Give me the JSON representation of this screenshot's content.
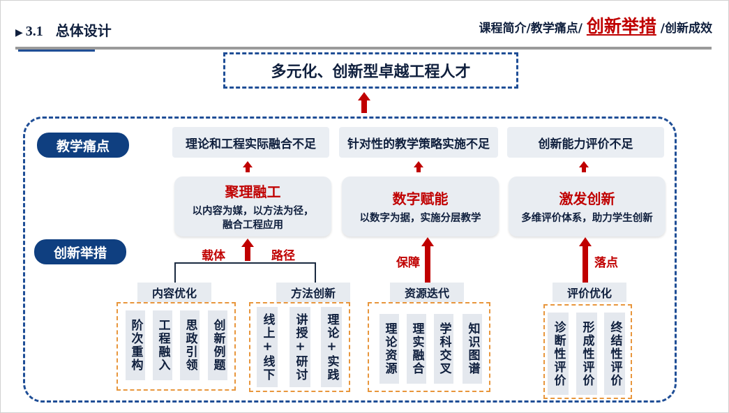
{
  "header": {
    "section_number": "3.1",
    "section_title": "总体设计",
    "nav": {
      "item1": "课程简介",
      "sep1": "/",
      "item2": "教学痛点",
      "sep2": "/",
      "current": "创新举措",
      "sep3": "/",
      "item4": "创新成效"
    }
  },
  "goal": "多元化、创新型卓越工程人才",
  "labels": {
    "pain_points": "教学痛点",
    "measures": "创新举措"
  },
  "pain_points": [
    "理论和工程实际融合不足",
    "针对性的教学策略实施不足",
    "创新能力评价不足"
  ],
  "measures": [
    {
      "title": "聚理融工",
      "line1": "以内容为媒，以方法为径，",
      "line2": "融合工程应用"
    },
    {
      "title": "数字赋能",
      "line1": "以数字为据，实施分层教学",
      "line2": ""
    },
    {
      "title": "激发创新",
      "line1": "多维评价体系，助力学生创新",
      "line2": ""
    }
  ],
  "arrow_labels": {
    "carrier": "载体",
    "path": "路径",
    "guarantee": "保障",
    "landing": "落点"
  },
  "groups": [
    {
      "label": "内容优化",
      "tiles": [
        "阶次重构",
        "工程融入",
        "思政引领",
        "创新例题"
      ]
    },
    {
      "label": "方法创新",
      "tiles": [
        {
          "a": "线上",
          "b": "线下"
        },
        {
          "a": "讲授",
          "b": "研讨"
        },
        {
          "a": "理论",
          "b": "实践"
        }
      ],
      "joiner": "+"
    },
    {
      "label": "资源迭代",
      "tiles": [
        "理论资源",
        "理实融合",
        "学科交叉",
        "知识图谱"
      ]
    },
    {
      "label": "评价优化",
      "tiles": [
        "诊断性评价",
        "形成性评价",
        "终结性评价"
      ]
    }
  ],
  "colors": {
    "navy": "#0f3f80",
    "dashed_blue": "#1f4e96",
    "accent_red": "#c00000",
    "orange_dash": "#e8963c",
    "box_grey": "#e9edf2"
  }
}
